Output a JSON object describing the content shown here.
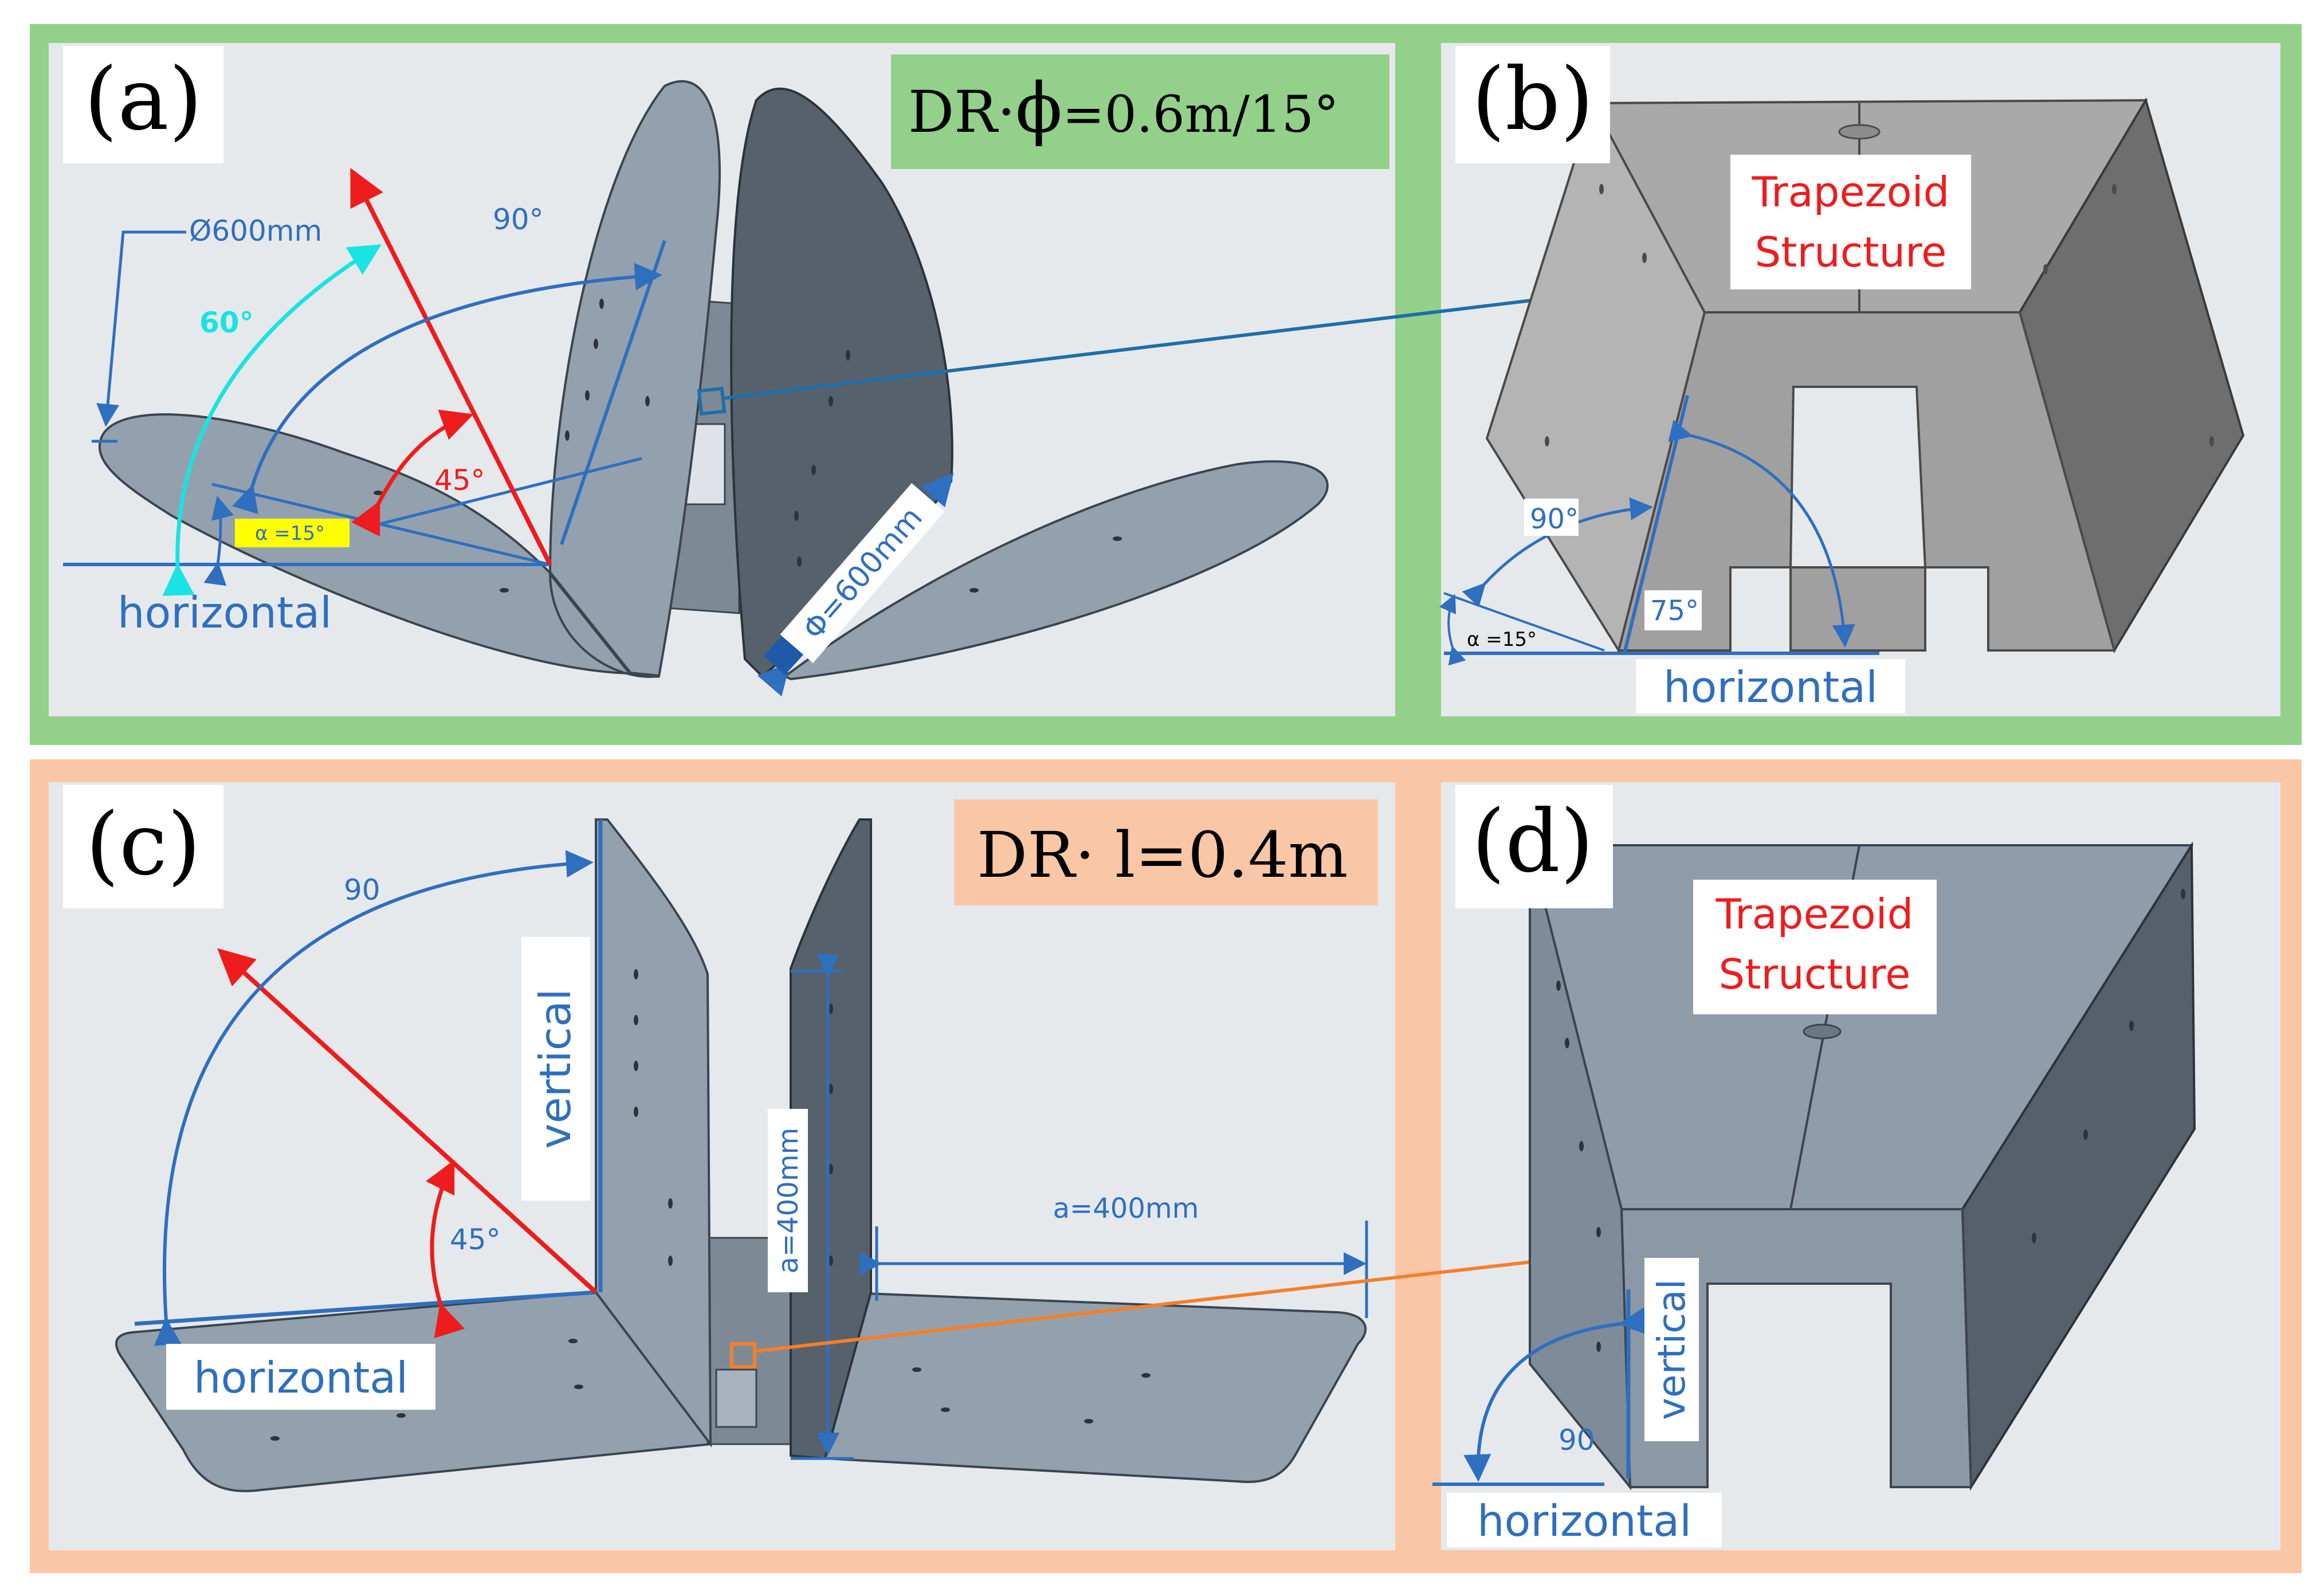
{
  "colors": {
    "green_frame": "#93d08a",
    "salmon_frame": "#f9c7a6",
    "panel_bg": "#e6e9ec",
    "plate_light": "#93a1ae",
    "plate_dark": "#56616c",
    "trap_grey_face": "#a9a9a9",
    "trap_grey_dark": "#6e6e6e",
    "trap_blue_face": "#8f9ca9",
    "trap_blue_dark": "#55606b",
    "blue": "#2f6fbf",
    "red": "#ee1c1c",
    "cyan": "#19e3e3",
    "orange": "#f47f2a",
    "yellow": "#ffff00"
  },
  "panel_a": {
    "label": "(a)",
    "title_prefix": "DR·",
    "title_symbol": "ϕ",
    "title_value": "=0.6m/15°",
    "diameter": "Ø600mm",
    "angle_90": "90°",
    "angle_60": "60°",
    "angle_45": "45°",
    "alpha": "α =15°",
    "phi": "Φ=600mm",
    "horizontal": "horizontal"
  },
  "panel_b": {
    "label": "(b)",
    "trap_line1": "Trapezoid",
    "trap_line2": "Structure",
    "angle_90": "90°",
    "angle_75": "75°",
    "alpha": "α =15°",
    "horizontal": "horizontal"
  },
  "panel_c": {
    "label": "(c)",
    "title": "DR· l=0.4m",
    "angle_90": "90",
    "angle_45": "45°",
    "vertical": "vertical",
    "horizontal": "horizontal",
    "a_vertical": "a=400mm",
    "a_horizontal": "a=400mm"
  },
  "panel_d": {
    "label": "(d)",
    "trap_line1": "Trapezoid",
    "trap_line2": "Structure",
    "vertical": "vertical",
    "angle_90": "90",
    "horizontal": "horizontal"
  }
}
